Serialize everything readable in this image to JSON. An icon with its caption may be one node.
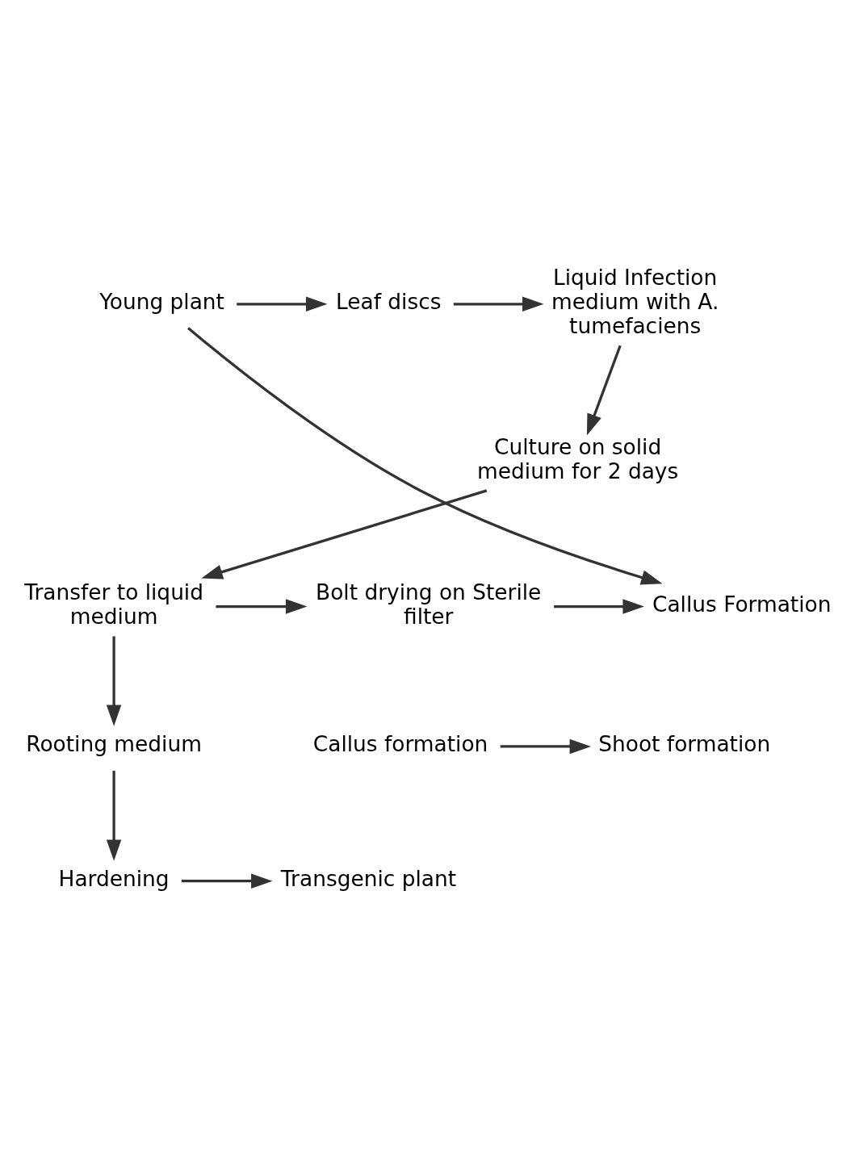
{
  "diagram": {
    "nodes": [
      {
        "text": [
          "Young plant"
        ]
      },
      {
        "text": [
          "Leaf discs"
        ]
      },
      {
        "text": [
          "Liquid Infection medium with A. tumefaciens"
        ]
      },
      {
        "text": [
          "Culture on solid medium for 2 days"
        ]
      },
      {
        "text": [
          "Callus Formation"
        ]
      },
      {
        "text": [
          "Bolt drying on Sterile filter"
        ]
      },
      {
        "text": [
          "Transfer to liquid medium"
        ]
      },
      {
        "text": [
          "Callus formation"
        ]
      },
      {
        "text": [
          "Shoot formation"
        ]
      },
      {
        "text": [
          "Rooting medium"
        ]
      },
      {
        "text": [
          "Hardening"
        ]
      },
      {
        "text": [
          "Transgenic plant"
        ]
      }
    ],
    "edges": [
      {
        "from": 0,
        "to": 1,
        "arrow": "to"
      },
      {
        "from": 1,
        "to": 2,
        "arrow": "to"
      },
      {
        "from": 0,
        "to": 4,
        "arrow": "to"
      },
      {
        "from": 2,
        "to": 3,
        "arrow": "to"
      },
      {
        "from": 3,
        "to": 6,
        "arrow": "to"
      },
      {
        "from": 6,
        "to": 5,
        "arrow": "to"
      },
      {
        "from": 5,
        "to": 4,
        "arrow": "to"
      },
      {
        "from": 7,
        "to": 8,
        "arrow": "to"
      },
      {
        "from": 6,
        "to": 9,
        "arrow": "to"
      },
      {
        "from": 9,
        "to": 10,
        "arrow": "to"
      },
      {
        "from": 10,
        "to": 11,
        "arrow": "to"
      }
    ]
  }
}
